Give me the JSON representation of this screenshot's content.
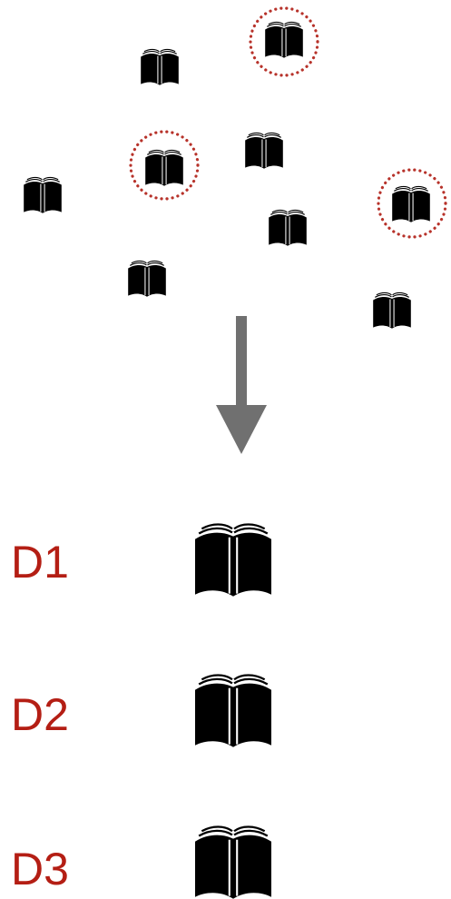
{
  "colors": {
    "book": "#000000",
    "page_line": "#ffffff",
    "highlight_ring": "#b7322a",
    "arrow": "#707070",
    "label": "#b41e14"
  },
  "scattered_documents": {
    "icon": "open-book-icon",
    "count": 9,
    "highlighted_count": 3,
    "highlight_style": "dotted-circle"
  },
  "arrow": {
    "icon": "down-arrow-icon",
    "direction": "down"
  },
  "selected_documents": [
    {
      "label": "D1",
      "icon": "open-book-icon"
    },
    {
      "label": "D2",
      "icon": "open-book-icon"
    },
    {
      "label": "D3",
      "icon": "open-book-icon"
    }
  ]
}
